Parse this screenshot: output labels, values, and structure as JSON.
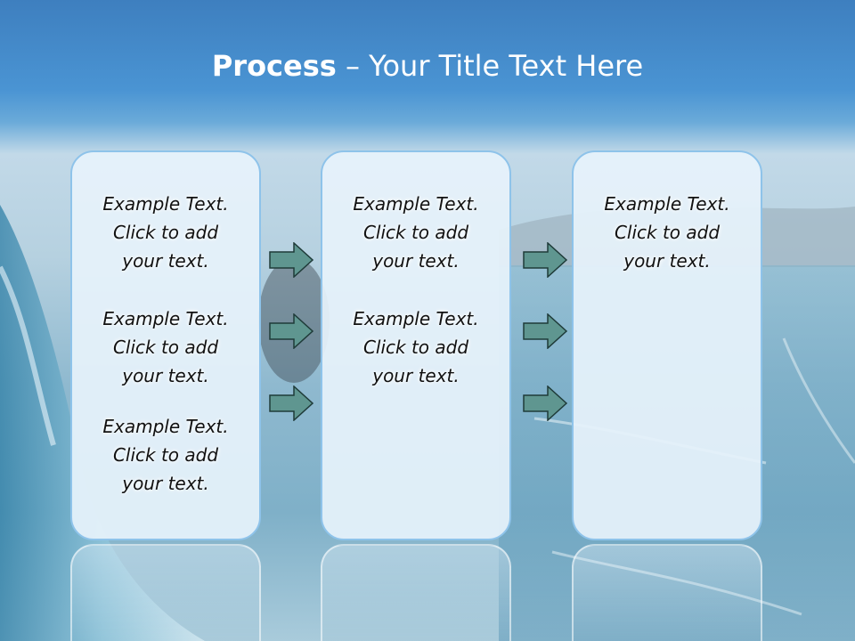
{
  "slide": {
    "title_strong": "Process",
    "title_rest": " – Your Title Text Here"
  },
  "columns": [
    {
      "blocks": [
        {
          "line1": "Example Text.",
          "line2": "Click  to add",
          "line3": "your text."
        },
        {
          "line1": "Example Text.",
          "line2": "Click  to add",
          "line3": "your text."
        },
        {
          "line1": "Example Text.",
          "line2": "Click  to add",
          "line3": "your text."
        }
      ]
    },
    {
      "blocks": [
        {
          "line1": "Example Text.",
          "line2": "Click  to add",
          "line3": "your text."
        },
        {
          "line1": "Example Text.",
          "line2": "Click  to add",
          "line3": "your text."
        }
      ]
    },
    {
      "blocks": [
        {
          "line1": "Example Text.",
          "line2": "Click  to add",
          "line3": "your text."
        }
      ]
    }
  ],
  "colors": {
    "arrow_fill": "#5f9690",
    "arrow_stroke": "#1f3b39",
    "panel_border": "#8ec3ea",
    "title_text": "#ffffff"
  }
}
